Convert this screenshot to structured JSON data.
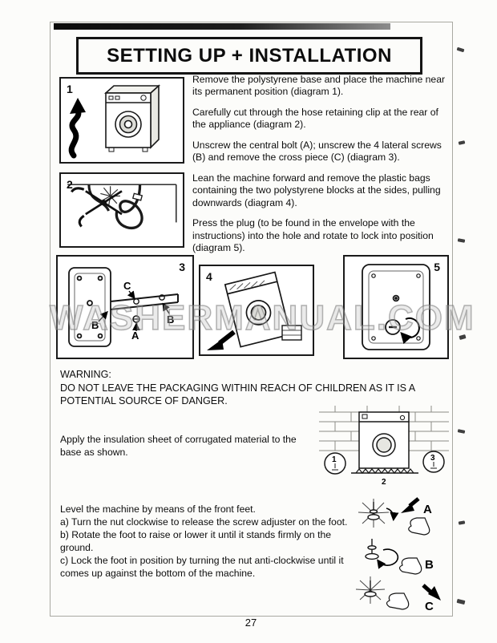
{
  "header": {
    "title": "SETTING UP + INSTALLATION"
  },
  "instructions": [
    "Remove the polystyrene base and place the machine near its permanent position (diagram 1).",
    "Carefully cut through the hose retaining clip at the rear of the appliance (diagram 2).",
    "Unscrew the central bolt (A); unscrew the 4 lateral screws (B) and remove the cross piece (C) (diagram 3).",
    "Lean the machine forward and remove the plastic bags containing the two polystyrene blocks at the sides, pulling downwards (diagram 4).",
    "Press the plug (to be found in the envelope with the instructions) into the hole and rotate to lock into position (diagram 5)."
  ],
  "diagrams": {
    "n1": "1",
    "n2": "2",
    "n3": "3",
    "n4": "4",
    "n5": "5",
    "labels": {
      "a": "A",
      "b": "B",
      "c": "C"
    }
  },
  "watermark": "WASHERMANUAL.COM",
  "warning": {
    "heading": "WARNING:",
    "body": "DO NOT LEAVE THE PACKAGING WITHIN REACH OF CHILDREN AS IT IS A POTENTIAL SOURCE OF DANGER."
  },
  "insulation": {
    "text": "Apply the insulation sheet of corrugated material to the base as shown.",
    "callouts": {
      "one": "1",
      "two": "2",
      "three": "3"
    }
  },
  "leveling": {
    "intro": "Level the machine by means of the front feet.",
    "step_a": "a) Turn the nut clockwise to release the screw adjuster on the foot.",
    "step_b": "b) Rotate the foot to raise or lower it until it stands firmly on the ground.",
    "step_c": "c) Lock the foot in position by turning the nut anti-clockwise until it comes up against the bottom of the machine.",
    "labels": {
      "a": "A",
      "b": "B",
      "c": "C"
    }
  },
  "footer": {
    "page_number": "27"
  }
}
